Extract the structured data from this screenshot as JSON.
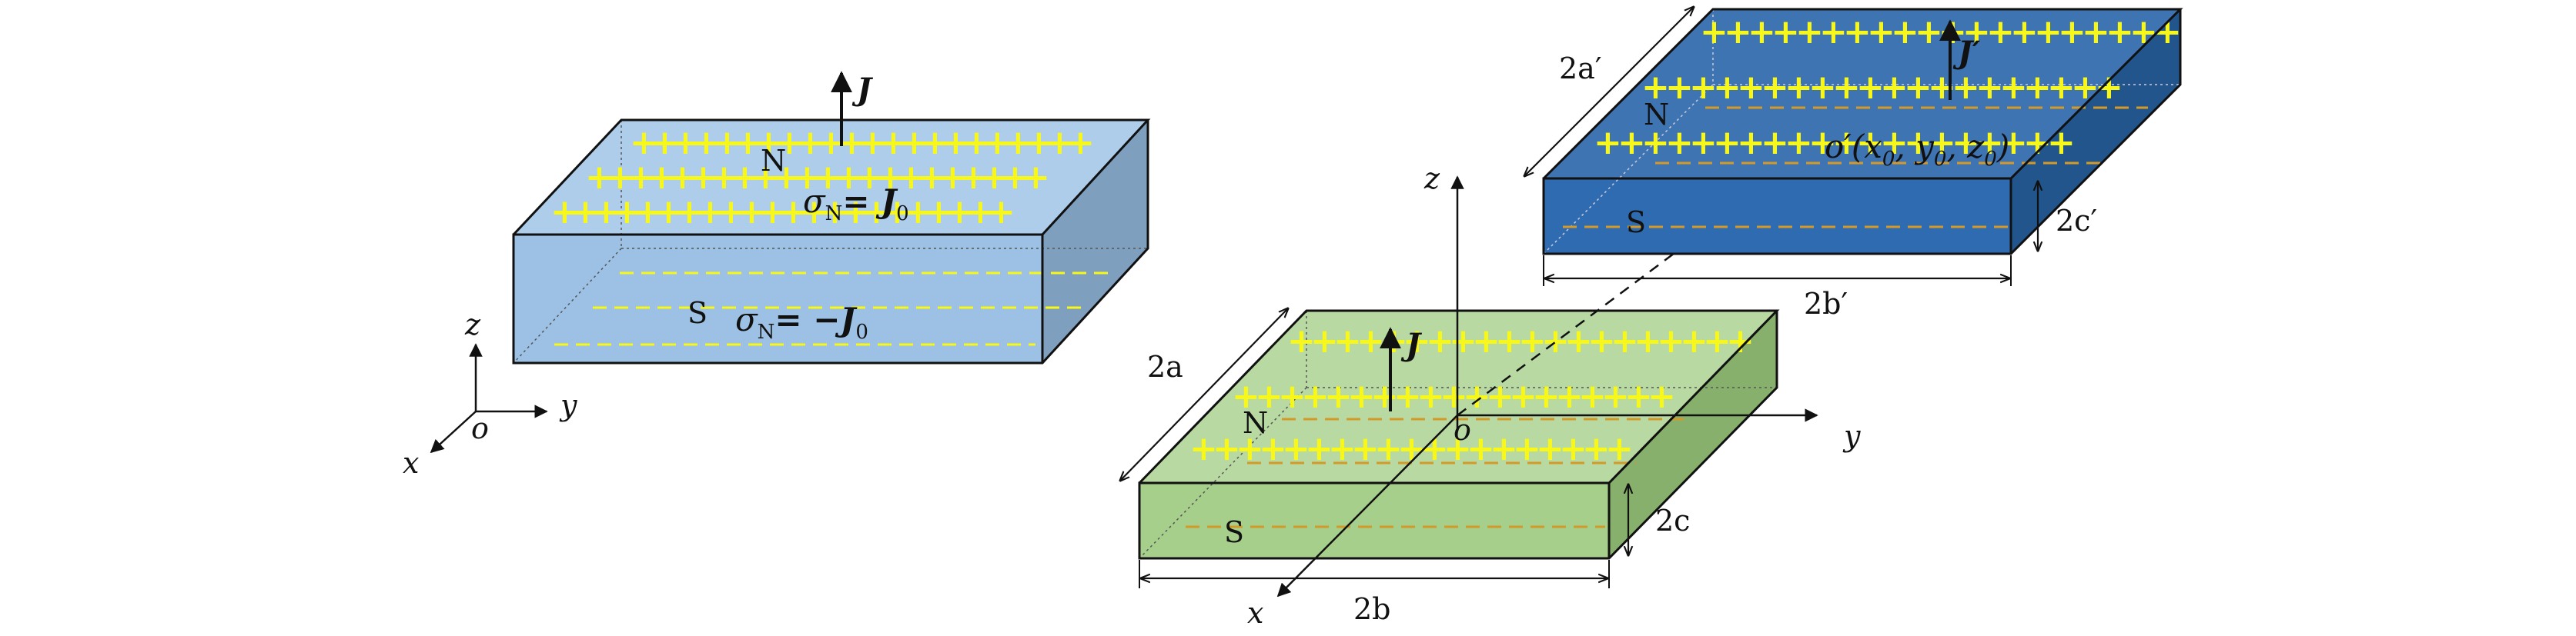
{
  "colors": {
    "box1_top": "#aecdea",
    "box1_front": "#9cc1e5",
    "box1_side": "#7f9fbf",
    "box2_top": "#b8d9a2",
    "box2_front": "#a6cf8c",
    "box2_side": "#86b06b",
    "box3_top": "#3f74b3",
    "box3_front": "#2f6bb0",
    "box3_side": "#23558d",
    "plus": "#f7f71a",
    "dash_yellow": "#f7f71a",
    "dash_orange": "#d39a2a"
  },
  "box1": {
    "current": "J",
    "N_label": "N",
    "S_label": "S",
    "sigma_N": "σ",
    "sigma_N_sub": "N",
    "sigma_N_rhs": "= J",
    "sigma_N_rhs_sub": "0",
    "sigma_S": "σ",
    "sigma_S_sub": "N",
    "sigma_S_rhs": "= −J",
    "sigma_S_rhs_sub": "0"
  },
  "axes_small": {
    "z": "z",
    "y": "y",
    "x": "x",
    "o": "o"
  },
  "box2": {
    "current": "J",
    "N_label": "N",
    "S_label": "S",
    "dim_a": "2a",
    "dim_b": "2b",
    "dim_c": "2c"
  },
  "axes_main": {
    "z": "z",
    "y": "y",
    "x": "x",
    "o": "o"
  },
  "box3": {
    "current": "J′",
    "N_label": "N",
    "S_label": "S",
    "dim_a": "2a′",
    "dim_b": "2b′",
    "dim_c": "2c′",
    "origin": "o′(x",
    "origin_tail": ", y",
    "origin_tail2": ", z",
    "origin_end": ")",
    "sub0": "0"
  },
  "plus_glyph": "+"
}
